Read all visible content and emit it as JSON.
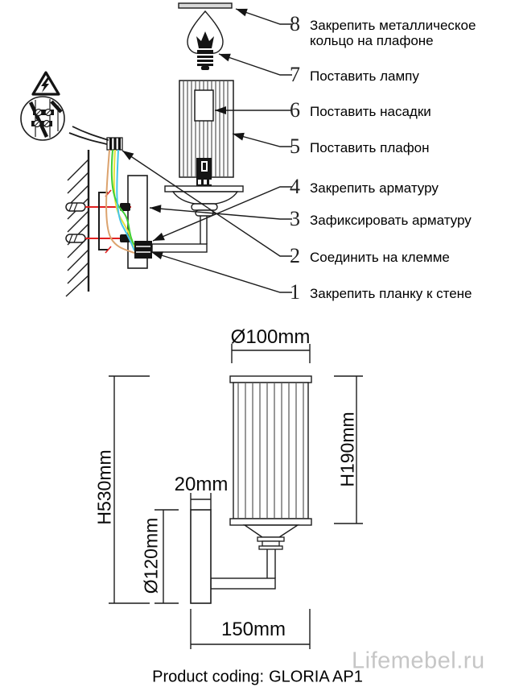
{
  "instructions": {
    "steps": [
      {
        "num": "1",
        "label": "Закрепить планку к стене"
      },
      {
        "num": "2",
        "label": "Соединить на клемме"
      },
      {
        "num": "3",
        "label": "Зафиксировать арматуру"
      },
      {
        "num": "4",
        "label": "Закрепить арматуру"
      },
      {
        "num": "5",
        "label": "Поставить плафон"
      },
      {
        "num": "6",
        "label": "Поставить насадки"
      },
      {
        "num": "7",
        "label": "Поставить лампу"
      },
      {
        "num": "8",
        "label": "Закрепить металлическое кольцо на плафоне"
      }
    ]
  },
  "dimensions": {
    "shade_diameter": "Ø100mm",
    "overall_height": "H530mm",
    "shade_height": "H190mm",
    "backplate_width": "20mm",
    "backplate_height": "Ø120mm",
    "projection": "150mm"
  },
  "footer": {
    "product_coding_label": "Product coding:",
    "product_coding_value": "GLORIA AP1"
  },
  "watermark": {
    "text": "Lifemebel.ru",
    "color": "#c6c6c6"
  },
  "colors": {
    "line": "#1c1c1c",
    "screw_axis_red": "#e02020",
    "wire_orange": "#dca36e",
    "wire_yellow": "#e6e23c",
    "wire_green": "#3ecf35",
    "wire_blue": "#45c6e8",
    "ring_fill": "#d9d9d9"
  },
  "icons": {
    "hazard": "electrical-hazard-triangle-icon"
  }
}
